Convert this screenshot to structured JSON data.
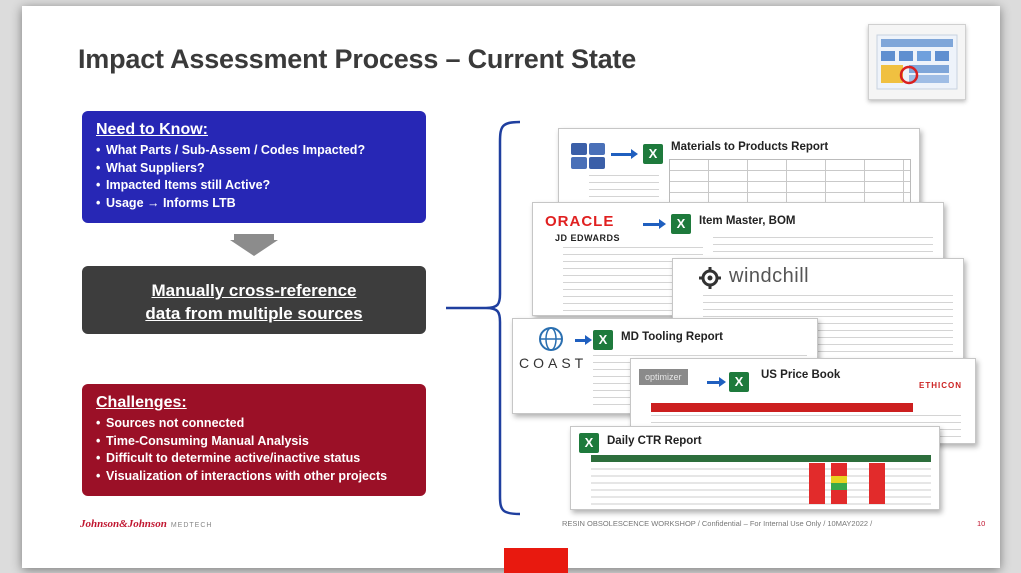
{
  "slide": {
    "title": "Impact Assessment Process – Current State",
    "need_to_know": {
      "heading": "Need to Know:",
      "items": [
        "What Parts / Sub-Assem / Codes Impacted?",
        "What Suppliers?",
        "Impacted Items still Active?",
        "Usage → Informs LTB"
      ]
    },
    "manual_box": {
      "line1": "Manually cross-reference",
      "line2": "data from multiple sources"
    },
    "challenges": {
      "heading": "Challenges:",
      "items": [
        "Sources not connected",
        "Time-Consuming Manual Analysis",
        "Difficult to determine active/inactive status",
        "Visualization of interactions with other projects"
      ]
    },
    "sources": {
      "materials_report": "Materials to Products Report",
      "item_master": "Item Master, BOM",
      "oracle_logo": "ORACLE",
      "jde_logo": "JD EDWARDS",
      "windchill_logo": "windchill",
      "md_tooling": "MD Tooling Report",
      "coast_logo": "COAST",
      "us_price_book": "US Price Book",
      "optimizer_logo": "optimizer",
      "ethicon_logo": "ETHICON",
      "daily_ctr": "Daily CTR Report",
      "excel_icon_letter": "X"
    },
    "footer": {
      "logo_text": "Johnson&Johnson",
      "logo_sub": "MEDTECH",
      "text": "RESIN OBSOLESCENCE WORKSHOP  /  Confidential – For Internal Use Only  /  10MAY2022  /",
      "page": "10"
    },
    "colors": {
      "blue_box": "#2727b5",
      "gray_box": "#3d3d3d",
      "red_box": "#9b1027",
      "brace": "#1f3f9f",
      "excel_green": "#1e7a3c"
    }
  }
}
